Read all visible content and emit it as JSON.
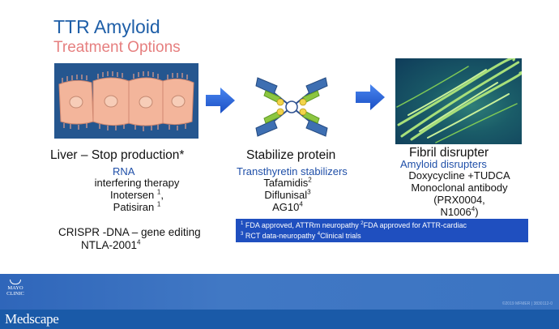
{
  "title": {
    "main": "TTR Amyloid",
    "sub": "Treatment Options"
  },
  "colors": {
    "title_blue": "#1f5fa8",
    "title_pink": "#e67f7f",
    "arrow_blue": "#1f5fd8",
    "footnote_bg": "#1f4fbf",
    "footer_band": "#3b74c2",
    "medscape_bar": "#1a5aa8"
  },
  "columns": {
    "liver": {
      "heading": "Liver – Stop production*",
      "subheading": "RNA",
      "lines": [
        {
          "text": "interfering therapy",
          "sup": ""
        },
        {
          "text": "Inotersen ",
          "sup": "1",
          "tail": ","
        },
        {
          "text": "Patisiran ",
          "sup": "1",
          "tail": ""
        }
      ],
      "crispr_line1": "CRISPR -DNA – gene editing",
      "crispr_line2": "NTLA-2001",
      "crispr_sup": "4"
    },
    "stabilize": {
      "heading": "Stabilize protein",
      "subheading": "Transthyretin stabilizers",
      "lines": [
        {
          "text": "Tafamidis",
          "sup": "2"
        },
        {
          "text": "Diflunisal",
          "sup": "3"
        },
        {
          "text": "AG10",
          "sup": "4"
        }
      ]
    },
    "fibril": {
      "heading": "Fibril disrupter",
      "subheading": "Amyloid disrupters",
      "lines": [
        {
          "text": "Doxycycline +TUDCA"
        },
        {
          "text": "Monoclonal antibody"
        },
        {
          "text": "(PRX0004,"
        },
        {
          "text": "N1006",
          "sup": "4",
          "tail": ")"
        }
      ]
    }
  },
  "footnotes": {
    "n1": "1",
    "t1": " FDA approved, ATTRm neuropathy ",
    "n2": "2",
    "t2": "FDA approved for ATTR-cardiac",
    "n3": "3",
    "t3": " RCT data-neuropathy ",
    "n4": "4",
    "t4": "Clinical trials"
  },
  "footer": {
    "logo_line1": "MAYO",
    "logo_line2": "CLINIC",
    "copyright": "©2019 MFMER | 3830112-0",
    "brand": "Medscape"
  },
  "icons": {
    "arrow": "right-arrow-icon",
    "liver_image": "hepatocyte-illustration",
    "protein_image": "ttr-tetramer-illustration",
    "fibril_image": "amyloid-fibril-illustration"
  }
}
